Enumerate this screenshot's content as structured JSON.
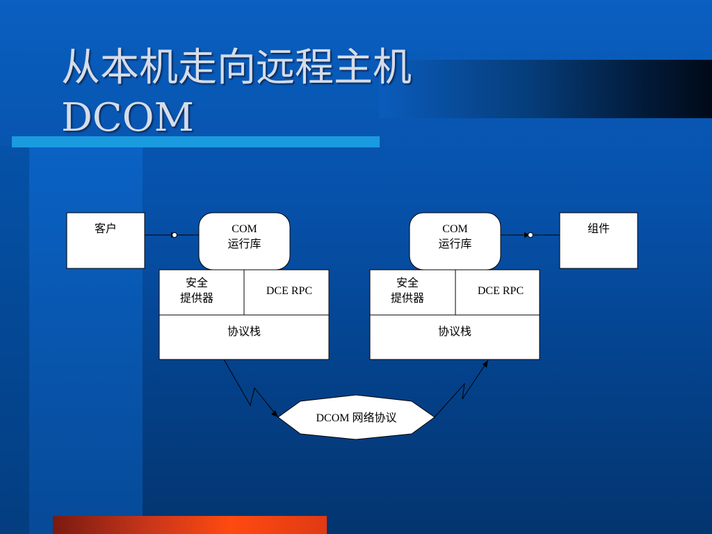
{
  "title": {
    "line1": "从本机走向远程主机",
    "line2": "DCOM"
  },
  "left": {
    "client": "客户",
    "runtime": {
      "line1": "COM",
      "line2": "运行库"
    },
    "security": {
      "line1": "安全",
      "line2": "提供器"
    },
    "rpc": "DCE RPC",
    "stack": "协议栈"
  },
  "right": {
    "component": "组件",
    "runtime": {
      "line1": "COM",
      "line2": "运行库"
    },
    "security": {
      "line1": "安全",
      "line2": "提供器"
    },
    "rpc": "DCE RPC",
    "stack": "协议栈"
  },
  "network": "DCOM 网络协议"
}
